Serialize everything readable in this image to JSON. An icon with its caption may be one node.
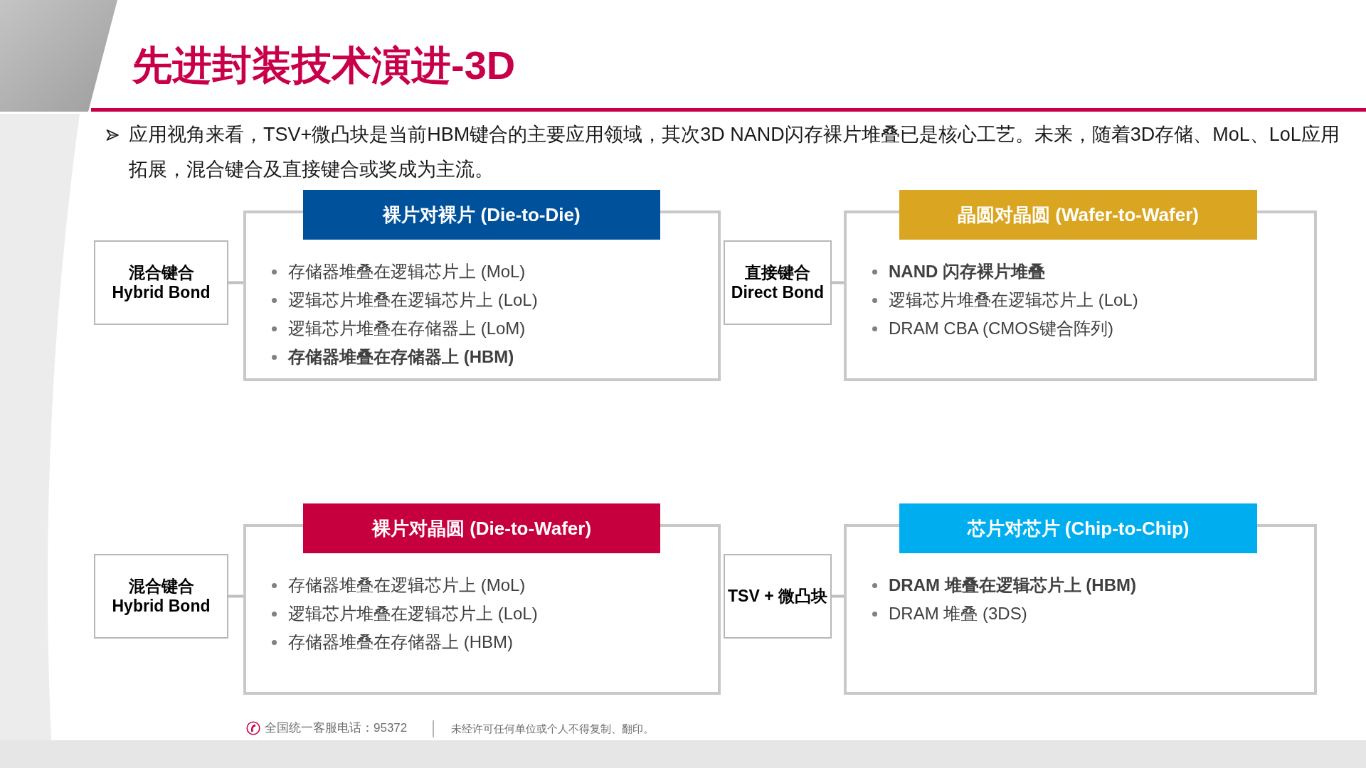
{
  "diagram": {
    "title": "先进封装技术演进-3D",
    "nodes": [
      {
        "text": [
          "混合键合 Hybrid Bond"
        ]
      },
      {
        "text": [
          "裸片对裸片 (Die-to-Die)"
        ]
      },
      {
        "text": [
          "存储器堆叠在逻辑芯片上 (MoL)",
          "逻辑芯片堆叠在逻辑芯片上 (LoL)",
          "逻辑芯片堆叠在存储器上 (LoM)",
          "存储器堆叠在存储器上 (HBM)"
        ]
      },
      {
        "text": [
          "直接键合 Direct Bond"
        ]
      },
      {
        "text": [
          "晶圆对晶圆 (Wafer-to-Wafer)"
        ]
      },
      {
        "text": [
          "NAND 闪存裸片堆叠",
          "逻辑芯片堆叠在逻辑芯片上 (LoL)",
          "DRAM CBA (CMOS键合阵列)"
        ]
      },
      {
        "text": [
          "混合键合 Hybrid Bond"
        ]
      },
      {
        "text": [
          "裸片对晶圆 (Die-to-Wafer)"
        ]
      },
      {
        "text": [
          "存储器堆叠在逻辑芯片上 (MoL)",
          "逻辑芯片堆叠在逻辑芯片上 (LoL)",
          "存储器堆叠在存储器上 (HBM)"
        ]
      },
      {
        "text": [
          "TSV + 微凸块"
        ]
      },
      {
        "text": [
          "芯片对芯片 (Chip-to-Chip)"
        ]
      },
      {
        "text": [
          "DRAM 堆叠在逻辑芯片上 (HBM)",
          "DRAM 堆叠 (3DS)"
        ]
      }
    ],
    "edges": [
      {
        "from": 0,
        "to": 2,
        "arrow": "none"
      },
      {
        "from": 3,
        "to": 5,
        "arrow": "none"
      },
      {
        "from": 6,
        "to": 8,
        "arrow": "none"
      },
      {
        "from": 9,
        "to": 11,
        "arrow": "none"
      }
    ],
    "labels": [
      "应用视角来看，TSV+微凸块是当前HBM键合的主要应用领域，其次3D NAND闪存裸片堆叠已是核心工艺。未来，随着3D存储、MoL、LoL应用拓展，混合键合及直接键合或奖成为主流。",
      "全国统一客服电话：95372",
      "未经许可任何单位或个人不得复制、翻印。"
    ]
  }
}
